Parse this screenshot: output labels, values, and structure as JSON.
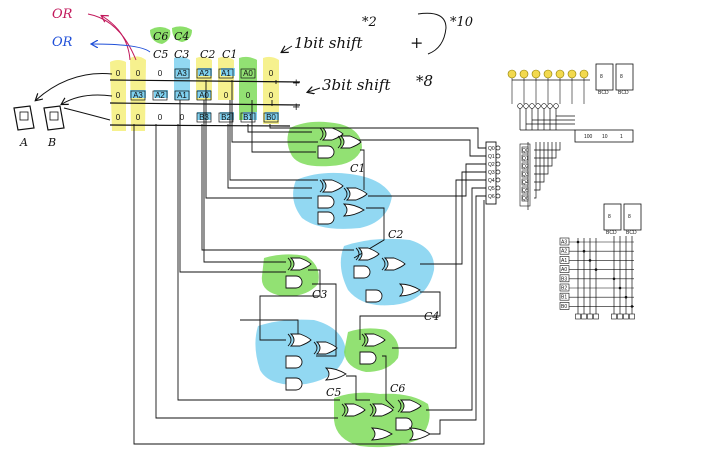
{
  "annotations": {
    "or_top": "OR",
    "or_left": "OR",
    "shift1": "1bit shift",
    "times2": "*2",
    "plus": "+",
    "times10": "*10",
    "shift3": "3bit shift",
    "times8": "*8",
    "label_a": "A",
    "label_b": "B",
    "plus_small_1": "+",
    "plus_small_2": "+"
  },
  "carry_labels": {
    "c6": "C6",
    "c4_top": "C4",
    "c5": "C5",
    "c3": "C3",
    "c2": "C2",
    "c1": "C1",
    "c1_circuit": "C1",
    "c2_circuit": "C2",
    "c3_circuit": "C3",
    "c4_circuit": "C4",
    "c5_circuit": "C5",
    "c6_circuit": "C6"
  },
  "rows": {
    "row1": [
      "0",
      "0",
      "0",
      "A3",
      "A2",
      "A1",
      "A0",
      "0"
    ],
    "row2": [
      "0",
      "A3",
      "A2",
      "A1",
      "A0",
      "0",
      "0",
      "0"
    ],
    "row3": [
      "0",
      "0",
      "0",
      "0",
      "B3",
      "B2",
      "B1",
      "B0"
    ]
  },
  "outputs": [
    "Q0",
    "Q1",
    "Q2",
    "Q3",
    "Q4",
    "Q5",
    "Q6"
  ],
  "mini_circuit": {
    "display_label_1": "BCD",
    "display_label_2": "BCD",
    "box_labels": [
      "100",
      "10",
      "1"
    ],
    "q_labels": [
      "Q0",
      "Q1",
      "Q2",
      "Q3",
      "Q4",
      "Q5",
      "Q6"
    ]
  },
  "input_panel": {
    "inputs": [
      "A3",
      "A2",
      "A1",
      "A0",
      "B3",
      "B2",
      "B1",
      "B0"
    ],
    "display_label_1": "BCD",
    "display_label_2": "BCD"
  },
  "colors": {
    "highlight_yellow": "#f4ef7a",
    "highlight_green": "#7fdc5a",
    "highlight_blue": "#7fd1f0",
    "ink_black": "#111111",
    "ink_magenta": "#c2185b",
    "ink_blue": "#1f4fd8",
    "bulb_yellow": "#f2d94e"
  }
}
